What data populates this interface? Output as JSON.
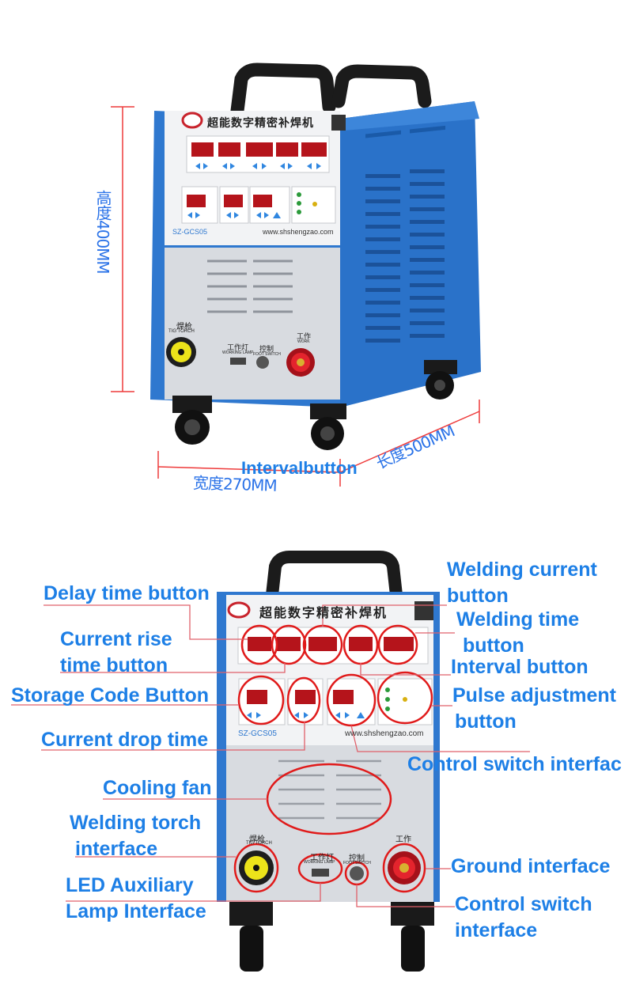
{
  "top_figure": {
    "height_label": "高度400MM",
    "width_label": "宽度270MM",
    "length_label": "长度500MM",
    "overlay_text": "Intervalbutton",
    "brand_title": "超能数字精密补焊机",
    "model": "SZ-GCS05",
    "website": "www.shshengzao.com",
    "torch_label_cn": "焊枪",
    "torch_label_en": "TIG TORCH",
    "lamp_label_cn": "工作灯",
    "lamp_label_en": "WORKING LAMP",
    "control_label_cn": "控制",
    "control_label_en": "FOOT SWITCH",
    "work_label_cn": "工作",
    "work_label_en": "WORK"
  },
  "bottom_figure": {
    "brand_title": "超能数字精密补焊机",
    "model": "SZ-GCS05",
    "website": "www.shshengzao.com",
    "torch_label_cn": "焊枪",
    "torch_label_en": "TIG TORCH",
    "lamp_label_cn": "工作灯",
    "lamp_label_en": "WORKING LAMP",
    "control_label_cn": "控制",
    "control_label_en": "FOOT SWITCH",
    "work_label_cn": "工作"
  },
  "callouts": {
    "delay_time": "Delay time button",
    "current_rise_1": "Current rise",
    "current_rise_2": "time button",
    "storage_code": "Storage Code Button",
    "current_drop": "Current drop time",
    "cooling_fan": "Cooling fan",
    "torch_1": "Welding torch",
    "torch_2": "interface",
    "led_1": "LED Auxiliary",
    "led_2": "Lamp Interface",
    "welding_current_1": "Welding current",
    "welding_current_2": "button",
    "welding_time_1": "Welding time",
    "welding_time_2": "button",
    "interval": "Interval button",
    "pulse_1": "Pulse adjustment",
    "pulse_2": "button",
    "control_switch_top": "Control switch interfac",
    "ground": "Ground interface",
    "control_switch_1": "Control switch",
    "control_switch_2": "interface"
  },
  "colors": {
    "callout_text": "#1d7fe6",
    "leader_line": "#e0606a",
    "highlight_circle": "#e01a1a",
    "dimension_line": "#ee3a3a",
    "dimension_text": "#2b73e8",
    "machine_blue": "#2a72c9",
    "panel_white": "#f2f3f5",
    "led_red": "#e81d1d"
  }
}
